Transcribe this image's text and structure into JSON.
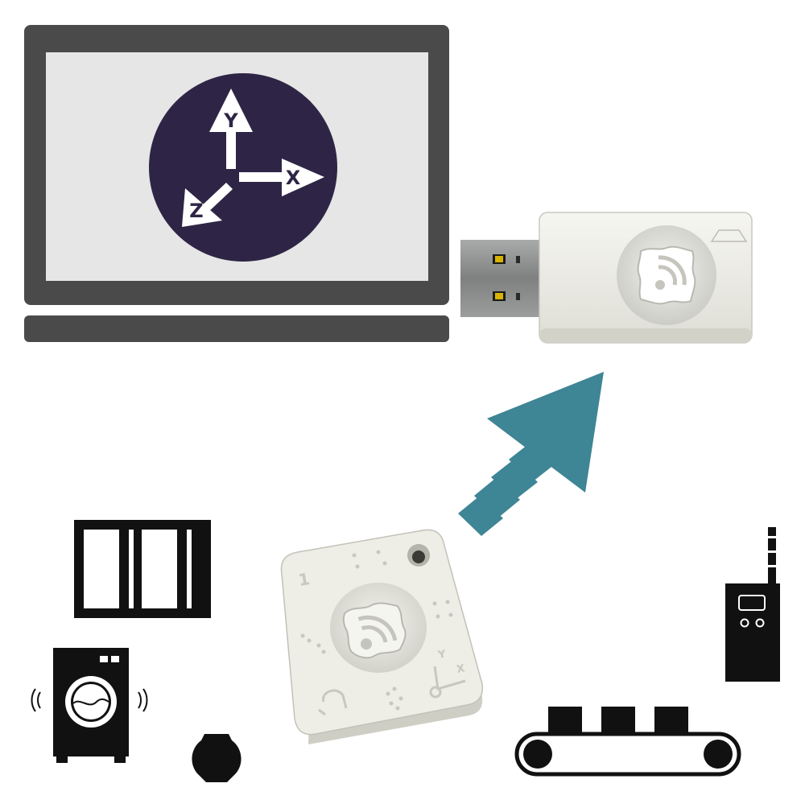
{
  "axes": {
    "y_label": "Y",
    "x_label": "X",
    "z_label": "Z"
  },
  "sensor": {
    "corner_number": "1",
    "axis_y": "Y",
    "axis_x": "X"
  },
  "colors": {
    "laptop_frame": "#4a4a4a",
    "laptop_screen": "#e6e6e6",
    "axis_circle": "#2e2546",
    "arrow_teal": "#3e8595",
    "device_body": "#eeede6",
    "usb_metal": "#8a8c8c",
    "icon_black": "#111111"
  },
  "icons": [
    "laptop-icon",
    "xyz-axes-icon",
    "usb-dongle-icon",
    "wireless-logo-icon",
    "transmission-arrow-icon",
    "window-icon",
    "washing-machine-icon",
    "vase-icon",
    "sensor-tag-icon",
    "signal-tower-icon",
    "conveyor-belt-icon"
  ]
}
